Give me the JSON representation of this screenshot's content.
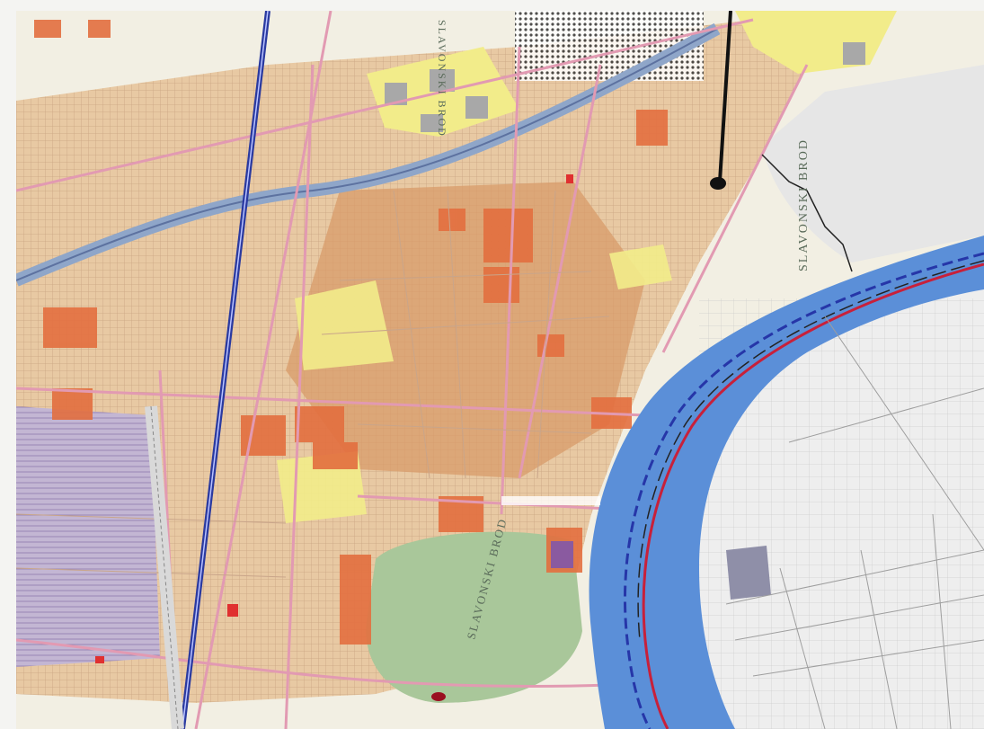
{
  "map": {
    "labels": {
      "top_vertical": "SLAVONSKI BROD",
      "right_region": "SLAVONSKI BROD",
      "park": "SLAVONSKI BROD"
    },
    "colors": {
      "paper": "#f3efe2",
      "residential_orange": "#e9b17a",
      "urban_dense": "#d79a68",
      "public_red": "#e07040",
      "yellow_zone": "#f3ee8c",
      "park_green": "#a9c79a",
      "river_blue": "#5b8fd8",
      "road_pink": "#e7a0b4",
      "highway_blue": "#2a3aa0",
      "industrial_purple": "#c3b6d3",
      "outer_gray": "#eaeaea"
    }
  }
}
